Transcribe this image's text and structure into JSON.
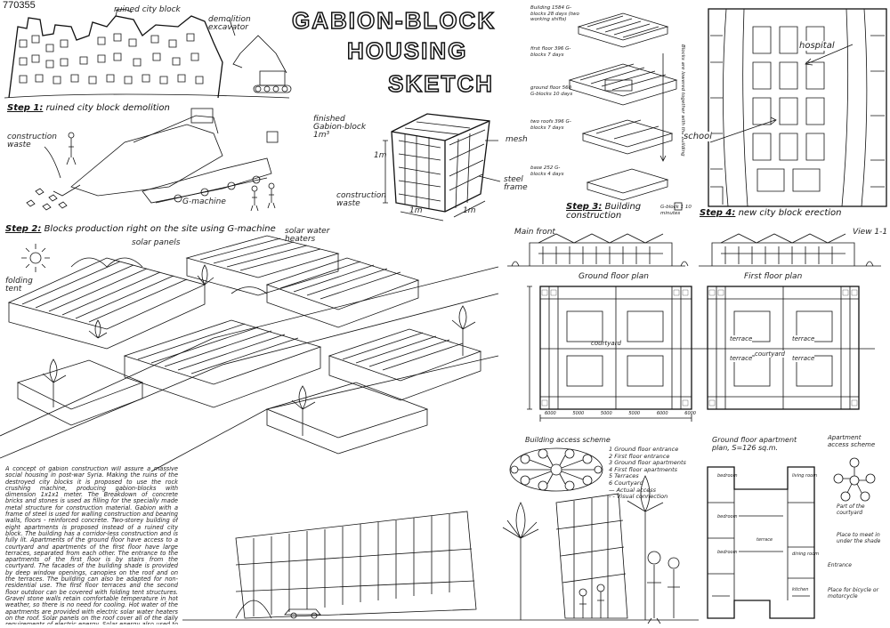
{
  "sheet_number": "770355",
  "title_lines": [
    "GABION-BLOCK",
    "HOUSING",
    "SKETCH"
  ],
  "steps": {
    "step1": {
      "prefix": "Step 1:",
      "text": "ruined city block demolition"
    },
    "step2": {
      "prefix": "Step 2:",
      "text": "Blocks production right on the site using G-machine"
    },
    "step3": {
      "prefix": "Step 3:",
      "text": "Building construction"
    },
    "step4": {
      "prefix": "Step 4:",
      "text": "new city block erection"
    }
  },
  "annotations": {
    "ruined_city_block": "ruined city block",
    "demolition_excavator": "demolition excavator",
    "construction_waste": "construction waste",
    "g_machine": "G-machine",
    "finished_gabion_block": "finished Gabion-block 1m³",
    "mesh": "mesh",
    "steel_frame": "steel frame",
    "construction_waste_2": "construction waste",
    "dim_1m_a": "1m",
    "dim_1m_b": "1m",
    "dim_1m_c": "1m",
    "building": "Building 1584 G-blocks 28 days (two working shifts)",
    "first_floor": "first floor 396 G-blocks 7 days",
    "ground_floor": "ground floor 560 G-blocks 10 days",
    "two_roofs": "two roofs 396 G-blocks 7 days",
    "base": "base 252 G-blocks 4 days",
    "g_block_time": "G-block 1 10 minutes",
    "vertical_note": "Blocks are lowered together with the building",
    "hospital": "hospital",
    "school": "school",
    "solar_panels": "solar panels",
    "solar_water_heaters": "solar water heaters",
    "folding_tent": "folding tent",
    "main_front": "Main front",
    "view_1_1": "View 1-1",
    "ground_floor_plan": "Ground floor plan",
    "first_floor_plan": "First floor plan",
    "courtyard": "courtyard",
    "courtyard_2": "courtyard",
    "terrace": "terrace",
    "building_access_scheme": "Building access scheme",
    "ground_floor_apartment_plan": "Ground floor apartment plan, S=126 sq.m.",
    "apartment_access_scheme": "Apartment access scheme",
    "part_of_courtyard": "Part of the courtyard",
    "place_to_meet": "Place to meet in under the shade",
    "place_for_bicycle": "Place for bicycle or motorcycle",
    "entrance": "Entrance",
    "bedroom": "bedroom",
    "living_room": "living room",
    "dining_room": "dining room",
    "kitchen": "kitchen",
    "terrace_room": "terrace"
  },
  "access_legend": [
    {
      "code": "1",
      "label": "Ground floor entrance"
    },
    {
      "code": "2",
      "label": "First floor entrance"
    },
    {
      "code": "3",
      "label": "Ground floor apartments"
    },
    {
      "code": "4",
      "label": "First floor apartments"
    },
    {
      "code": "5",
      "label": "Terraces"
    },
    {
      "code": "6",
      "label": "Courtyard"
    },
    {
      "code": "—",
      "label": "Actual access"
    },
    {
      "code": "- -",
      "label": "Visual connection"
    }
  ],
  "dimensions": [
    "6000",
    "5000",
    "5000",
    "5000",
    "6000",
    "6000"
  ],
  "description": "A concept of gabion construction will assure a massive social housing in post-war Syria. Making the ruins of the destroyed city blocks it is proposed to use the rock crushing machine, producing gabion-blocks with dimension 1x1x1 meter. The Breakdown of concrete bricks and stones is used as filling for the specially made metal structure for construction material. Gabion with a frame of steel is used for walling construction and bearing walls, floors - reinforced concrete. Two-storey building of eight apartments is proposed instead of a ruined city block. The building has a corridor-less construction and is fully lit. Apartments of the ground floor have access to a courtyard and apartments of the first floor have large terraces, separated from each other. The entrance to the apartments of the first floor is by stairs from the courtyard. The facades of the building shade is provided by deep window openings, canopies on the roof and on the terraces. The building can also be adapted for non-residential use. The first floor terraces and the second floor outdoor can be covered with folding tent structures. Gravel stone walls retain comfortable temperature in hot weather, so there is no need for cooling. Hot water of the apartments are provided with electric solar water heaters on the roof. Solar panels on the roof cover all of the daily requirements of electric energy. Solar energy also used to produce hot water. To ensure the comfort of the residents the relative position of the houses in the city block can be diverse, depending on local area conditions."
}
